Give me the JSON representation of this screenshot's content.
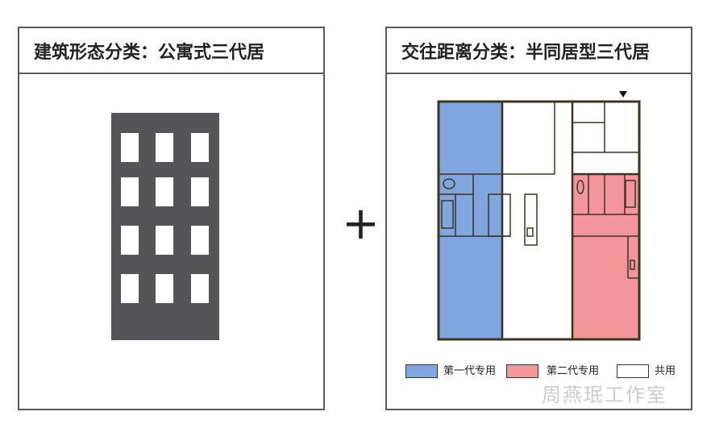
{
  "left_panel": {
    "title": "建筑形态分类：公寓式三代居"
  },
  "operator": "+",
  "right_panel": {
    "title": "交往距离分类：半同居型三代居"
  },
  "legend": [
    {
      "label": "第一代专用",
      "color": "#7fa6df"
    },
    {
      "label": "第二代专用",
      "color": "#f4959a"
    },
    {
      "label": "共用",
      "color": "#ffffff"
    }
  ],
  "watermark": "周燕珉工作室"
}
